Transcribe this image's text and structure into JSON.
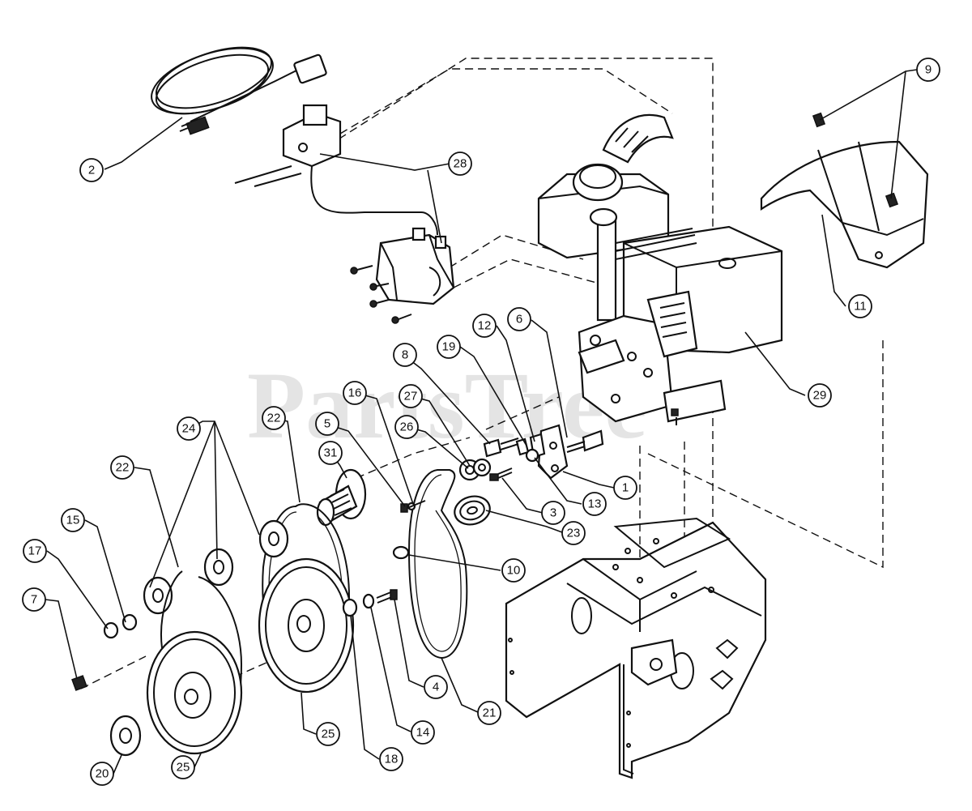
{
  "diagram": {
    "watermark": "PartsTree",
    "watermark_mark": "™",
    "callouts": [
      {
        "id": "c2",
        "label": "2"
      },
      {
        "id": "c28",
        "label": "28"
      },
      {
        "id": "c9",
        "label": "9"
      },
      {
        "id": "c11",
        "label": "11"
      },
      {
        "id": "c29",
        "label": "29"
      },
      {
        "id": "c6",
        "label": "6"
      },
      {
        "id": "c12",
        "label": "12"
      },
      {
        "id": "c19",
        "label": "19"
      },
      {
        "id": "c8",
        "label": "8"
      },
      {
        "id": "c27",
        "label": "27"
      },
      {
        "id": "c16",
        "label": "16"
      },
      {
        "id": "c26",
        "label": "26"
      },
      {
        "id": "c5",
        "label": "5"
      },
      {
        "id": "c22a",
        "label": "22"
      },
      {
        "id": "c24",
        "label": "24"
      },
      {
        "id": "c31",
        "label": "31"
      },
      {
        "id": "c1",
        "label": "1"
      },
      {
        "id": "c13",
        "label": "13"
      },
      {
        "id": "c3",
        "label": "3"
      },
      {
        "id": "c23",
        "label": "23"
      },
      {
        "id": "c22b",
        "label": "22"
      },
      {
        "id": "c15",
        "label": "15"
      },
      {
        "id": "c17",
        "label": "17"
      },
      {
        "id": "c10",
        "label": "10"
      },
      {
        "id": "c7",
        "label": "7"
      },
      {
        "id": "c4",
        "label": "4"
      },
      {
        "id": "c14",
        "label": "14"
      },
      {
        "id": "c21",
        "label": "21"
      },
      {
        "id": "c25a",
        "label": "25"
      },
      {
        "id": "c18",
        "label": "18"
      },
      {
        "id": "c25b",
        "label": "25"
      },
      {
        "id": "c20",
        "label": "20"
      }
    ]
  }
}
